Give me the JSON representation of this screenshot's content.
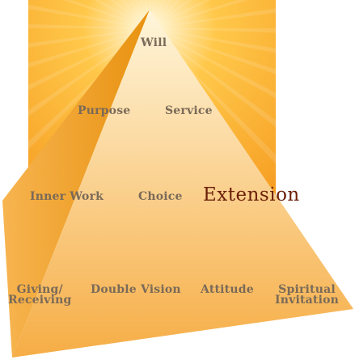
{
  "diagram": {
    "colors": {
      "rays_core": "#fffbe6",
      "rays_mid": "#ffc84a",
      "rays_outer": "#f28c12",
      "front_top": "#fff6dc",
      "front_bottom": "#f6ad45",
      "side_light": "#f7b450",
      "side_dark": "#e8920f",
      "label_text": "#7a6a58",
      "highlight_text": "#6b1e08"
    },
    "labels": {
      "will": "Will",
      "purpose": "Purpose",
      "service": "Service",
      "inner_work": "Inner Work",
      "choice": "Choice",
      "extension": "Extension",
      "giving_line1": "Giving/",
      "giving_line2": "Receiving",
      "double_vision": "Double Vision",
      "attitude": "Attitude",
      "spiritual_line1": "Spiritual",
      "spiritual_line2": "Invitation"
    }
  }
}
